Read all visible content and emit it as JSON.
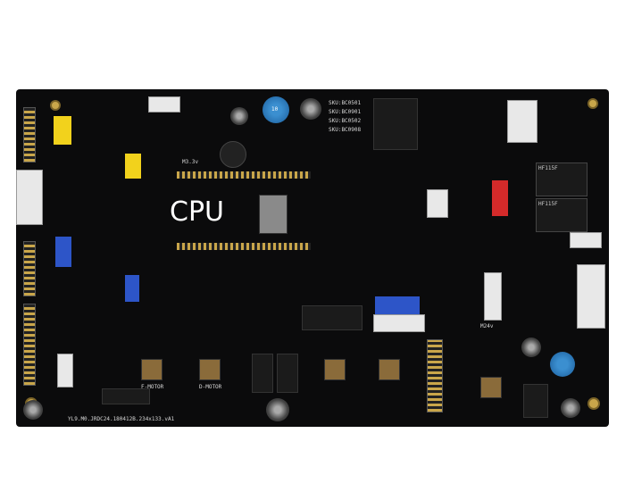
{
  "board": {
    "cpu_label": "CPU",
    "voltage_3v3": "M3.3v",
    "voltage_24v": "M24v",
    "sku_labels": [
      "SKU:BC0501",
      "SKU:BC0901",
      "SKU:BC0502",
      "SKU:BC0908"
    ],
    "motor_labels": [
      "F-MOTOR",
      "D-MOTOR"
    ],
    "relay_labels": [
      "HF115F",
      "HF115F"
    ],
    "board_id": "YL9.M0.JRDC24.180412B.234x133.vA1",
    "cap_label": "10"
  },
  "colors": {
    "board": "#0b0b0c",
    "yellow_connector": "#f2d21c",
    "blue_connector": "#2d55c8",
    "red_connector": "#d42a2a",
    "white_connector": "#e8e8e8",
    "gold": "#c9a64a"
  }
}
